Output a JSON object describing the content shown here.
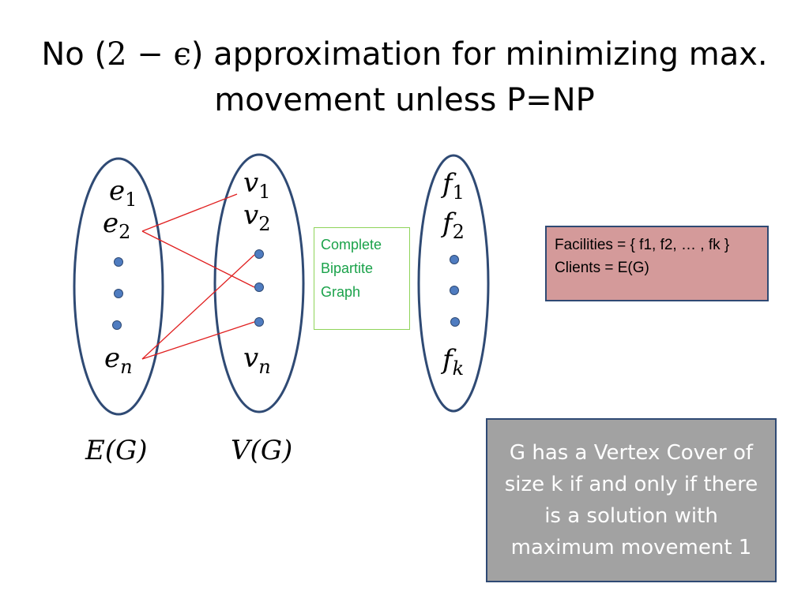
{
  "slide": {
    "title_line1_prefix": "No (",
    "title_line1_math": "2 − ϵ",
    "title_line1_suffix": ") approximation for minimizing max.",
    "title_line2": "movement unless P=NP"
  },
  "diagram": {
    "left_set": {
      "items": [
        "e",
        "e",
        "e"
      ],
      "subscripts": [
        "1",
        "2",
        "n"
      ],
      "label": "E(G)"
    },
    "middle_set": {
      "items": [
        "v",
        "v",
        "v"
      ],
      "subscripts": [
        "1",
        "2",
        "n"
      ],
      "label": "V(G)"
    },
    "right_set": {
      "items": [
        "f",
        "f",
        "f"
      ],
      "subscripts": [
        "1",
        "2",
        "k"
      ]
    },
    "bipartite_box": {
      "line1": "Complete",
      "line2": "Bipartite",
      "line3": "Graph"
    }
  },
  "facilities_box": {
    "line1": "Facilities = { f1, f2, … , fk }",
    "line2": "Clients = E(G)"
  },
  "vertex_cover_box": {
    "text": "G has a Vertex Cover of size k if and only if there is a solution with maximum movement 1"
  },
  "colors": {
    "ellipse_stroke": "#2f4a74",
    "dot_fill": "#4f7cc0",
    "edge_stroke": "#e02020",
    "bipartite_text": "#1aa24a",
    "facilities_fill": "#d49a9a",
    "vc_fill": "#a2a2a2"
  }
}
